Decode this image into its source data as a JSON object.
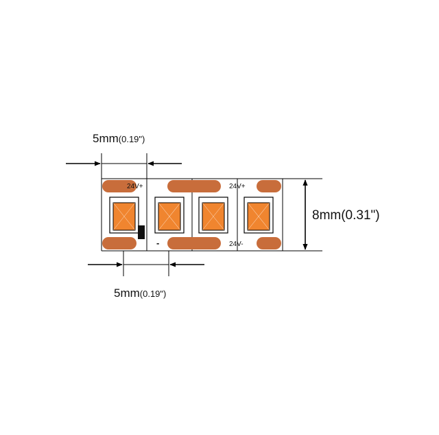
{
  "dimensions": {
    "top_width": {
      "value": "5mm",
      "imperial": "(0.19\")"
    },
    "bottom_width": {
      "value": "5mm",
      "imperial": "(0.19\")"
    },
    "height": {
      "value": "8mm",
      "imperial": "(0.31\")"
    }
  },
  "strip": {
    "pad_labels": {
      "top_left": "24V+",
      "top_right": "24V+",
      "bottom_right": "24V-",
      "bottom_left": "-"
    },
    "led_count": 4
  },
  "colors": {
    "copper": "#c86d3b",
    "led_fill": "#f0852f",
    "line": "#000000",
    "background": "#ffffff"
  }
}
